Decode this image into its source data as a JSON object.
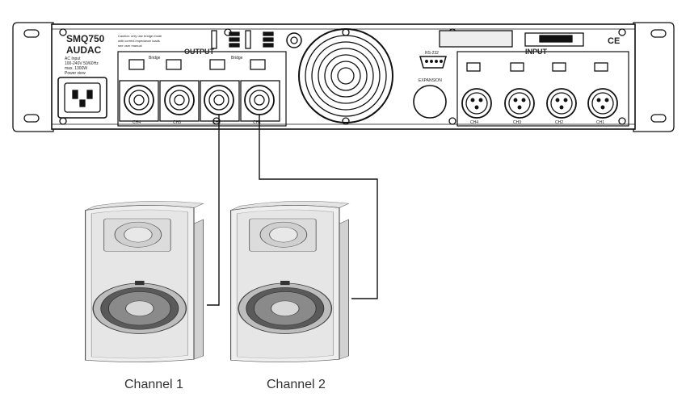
{
  "amplifier": {
    "model": "SMQ750",
    "brand": "AUDAC",
    "warning_text": [
      "Caution: only use bridge mode",
      "with correct impedance loads",
      "see user manual"
    ],
    "power_label": [
      "AC Input",
      "100-240V 50/60Hz",
      "max. 1300W",
      "Power view"
    ],
    "output_header": "OUTPUT",
    "input_header": "INPUT",
    "bridge_labels": [
      "Bridge",
      "Bridge"
    ],
    "output_channels": [
      "CH4",
      "CH3",
      "CH2",
      "CH1"
    ],
    "input_channels": [
      "CH4",
      "CH3",
      "CH2",
      "CH1"
    ],
    "rs232_label": "RS-232",
    "expansion_label": "EXPANSION",
    "ce_mark": "CE"
  },
  "speakers": [
    {
      "caption": "Channel 1"
    },
    {
      "caption": "Channel 2"
    }
  ],
  "colors": {
    "line": "#111111",
    "panel": "#ffffff",
    "speaker_body": "#eeeeee",
    "speaker_shade": "#cfcfcf",
    "speaker_dark": "#555555"
  }
}
